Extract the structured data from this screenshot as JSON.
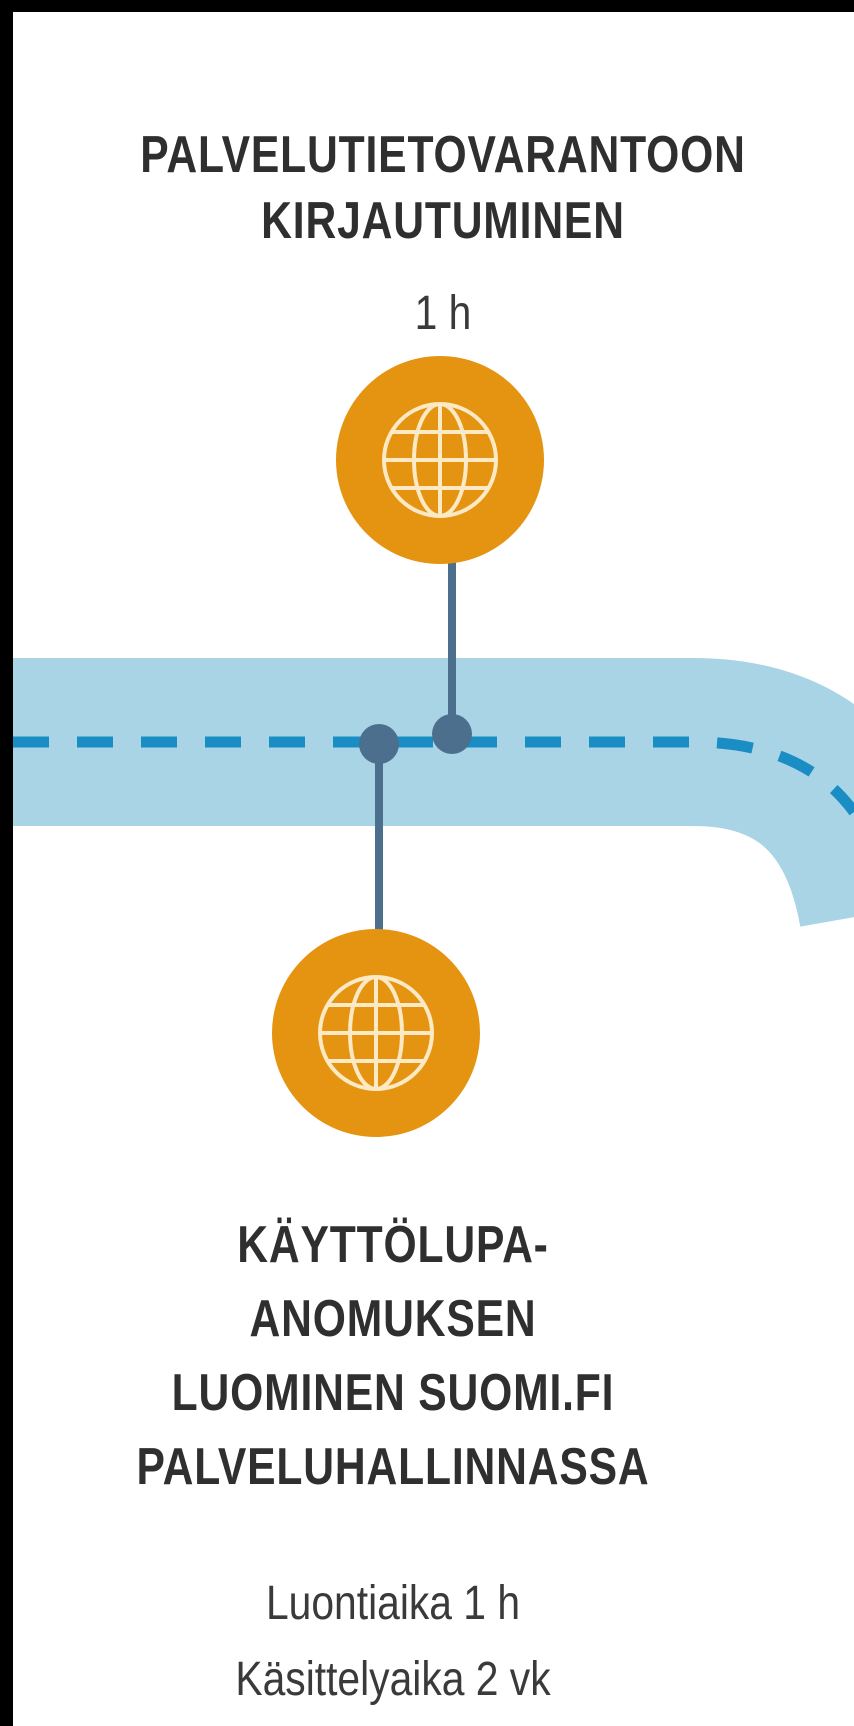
{
  "colors": {
    "background": "#ffffff",
    "path_band": "#a8d4e6",
    "path_dash": "#1a8dc4",
    "connector": "#4d6f8e",
    "icon_circle": "#e59412",
    "icon_stroke": "#fde9c4",
    "text": "#2f2f2f"
  },
  "steps": [
    {
      "id": "login",
      "title_lines": [
        "PALVELUTIETOVARANTOON",
        "KIRJAUTUMINEN"
      ],
      "detail_lines": [
        "1 h"
      ],
      "icon": "globe-icon"
    },
    {
      "id": "permit",
      "title_lines": [
        "KÄYTTÖLUPA-",
        "ANOMUKSEN",
        "LUOMINEN SUOMI.FI",
        "PALVELUHALLINNASSA"
      ],
      "detail_lines": [
        "Luontiaika 1 h",
        "Käsittelyaika 2 vk"
      ],
      "icon": "globe-icon"
    }
  ]
}
